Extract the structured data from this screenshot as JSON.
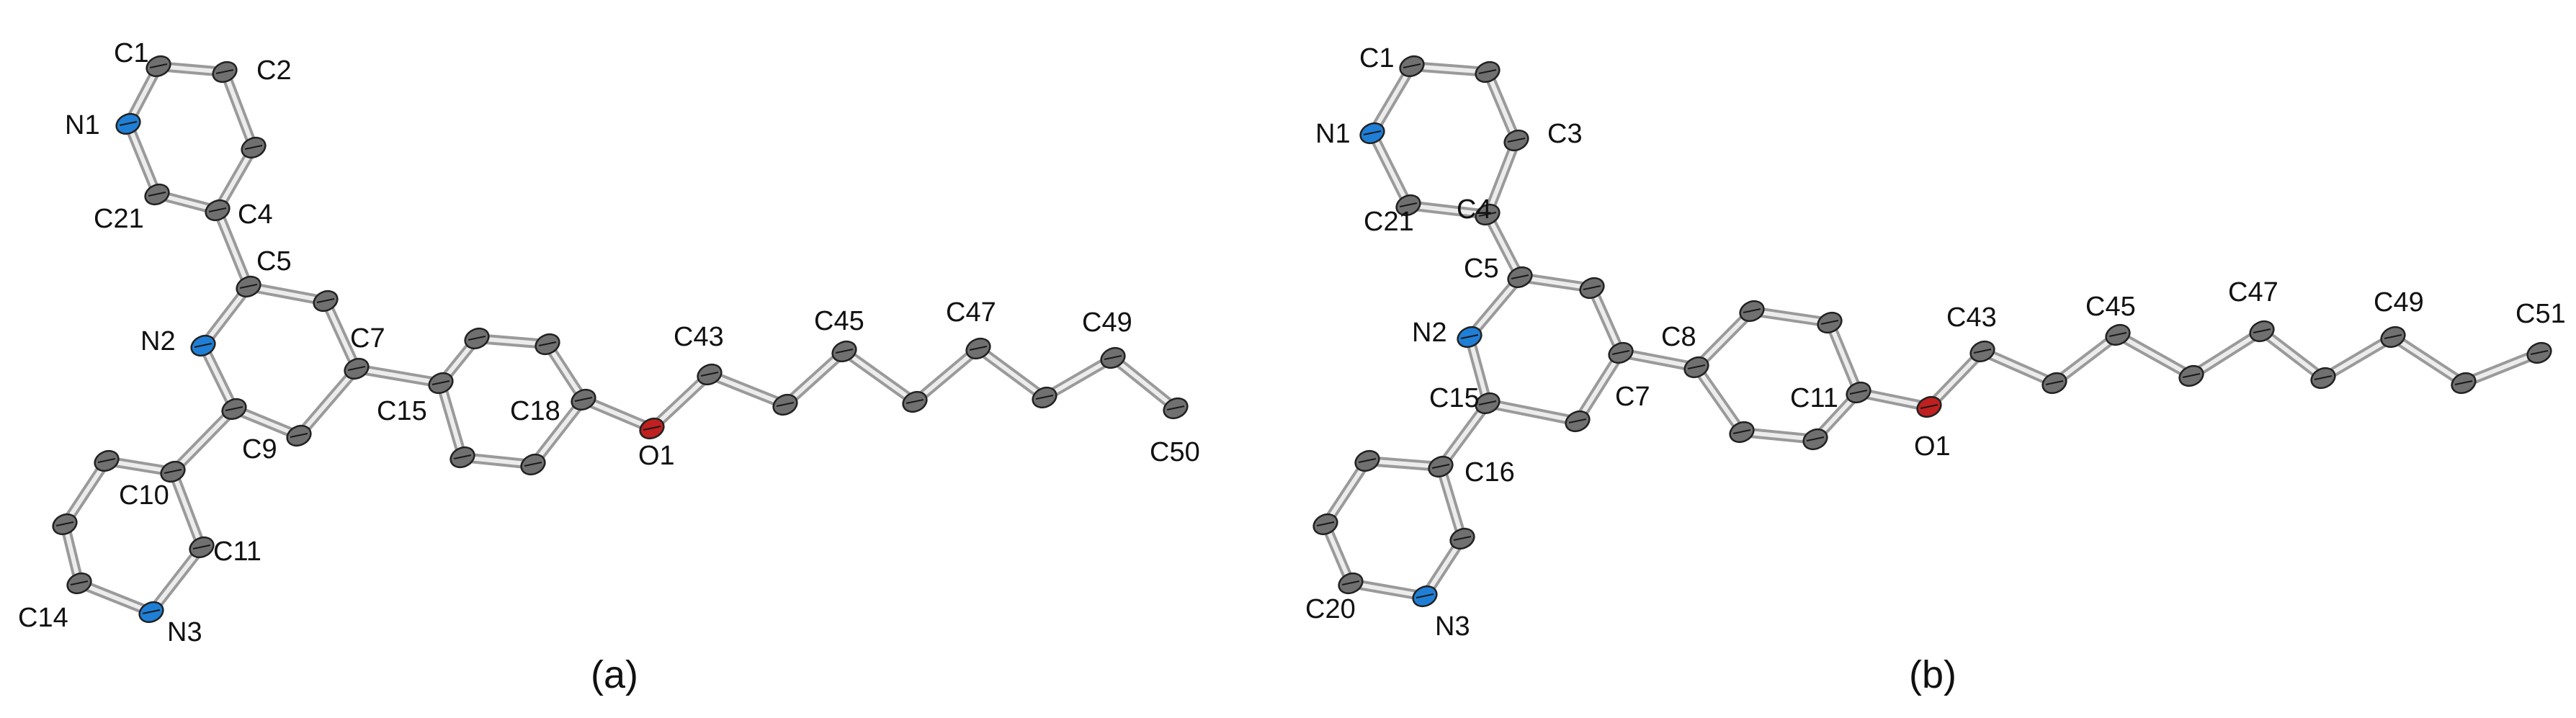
{
  "colors": {
    "carbon": "#707070",
    "nitrogen": "#1f7fd6",
    "oxygen": "#c0201f",
    "bond": "#9a9a9a"
  },
  "panels": [
    {
      "caption": "(a)",
      "atoms": [
        {
          "label": "C1"
        },
        {
          "label": "C2"
        },
        {
          "label": "N1"
        },
        {
          "label": "C21"
        },
        {
          "label": "C4"
        },
        {
          "label": "C5"
        },
        {
          "label": "N2"
        },
        {
          "label": "C7"
        },
        {
          "label": "C9"
        },
        {
          "label": "C15"
        },
        {
          "label": "C18"
        },
        {
          "label": "O1"
        },
        {
          "label": "C43"
        },
        {
          "label": "C45"
        },
        {
          "label": "C47"
        },
        {
          "label": "C49"
        },
        {
          "label": "C50"
        },
        {
          "label": "C10"
        },
        {
          "label": "C11"
        },
        {
          "label": "C14"
        },
        {
          "label": "N3"
        }
      ]
    },
    {
      "caption": "(b)",
      "atoms": [
        {
          "label": "C1"
        },
        {
          "label": "N1"
        },
        {
          "label": "C3"
        },
        {
          "label": "C21"
        },
        {
          "label": "C4"
        },
        {
          "label": "C5"
        },
        {
          "label": "N2"
        },
        {
          "label": "C15"
        },
        {
          "label": "C7"
        },
        {
          "label": "C8"
        },
        {
          "label": "C11"
        },
        {
          "label": "O1"
        },
        {
          "label": "C43"
        },
        {
          "label": "C45"
        },
        {
          "label": "C47"
        },
        {
          "label": "C49"
        },
        {
          "label": "C51"
        },
        {
          "label": "C16"
        },
        {
          "label": "C20"
        },
        {
          "label": "N3"
        }
      ]
    }
  ]
}
